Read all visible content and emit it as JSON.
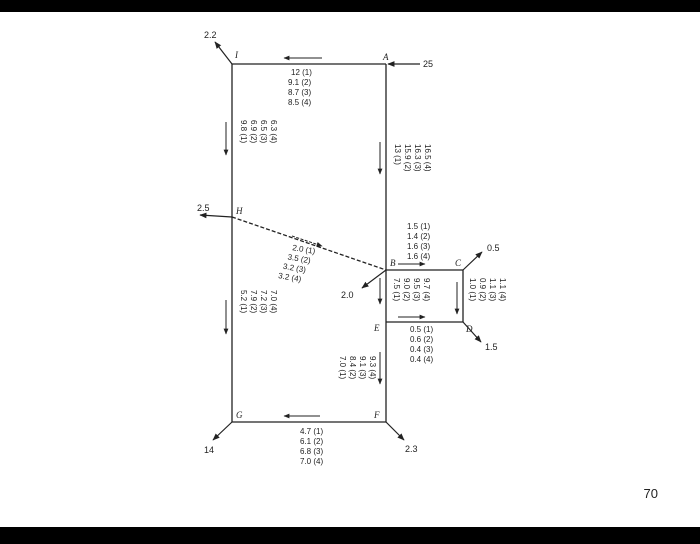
{
  "page_number": "70",
  "nodes": {
    "A": "A",
    "B": "B",
    "C": "C",
    "D": "D",
    "E": "E",
    "F": "F",
    "G": "G",
    "H": "H",
    "I": "I"
  },
  "external_flows": {
    "A_in": "25",
    "I_out": "2.2",
    "H_out": "2.5",
    "B_out": "2.0",
    "C_out": "0.5",
    "D_out": "1.5",
    "F_out": "2.3",
    "G_out": "14"
  },
  "pipe_flows": {
    "A_I": [
      "12 (1)",
      "9.1 (2)",
      "8.7 (3)",
      "8.5 (4)"
    ],
    "I_H": [
      "9.8 (1)",
      "6.9 (2)",
      "6.5 (3)",
      "6.3 (4)"
    ],
    "A_B": [
      "13 (1)",
      "15.9 (2)",
      "16.3 (3)",
      "16.5 (4)"
    ],
    "H_B": [
      "2.0 (1)",
      "3.5 (2)",
      "3.2 (3)",
      "3.2 (4)"
    ],
    "B_C": [
      "1.5 (1)",
      "1.4 (2)",
      "1.6 (3)",
      "1.6 (4)"
    ],
    "C_D": [
      "1.0 (1)",
      "0.9 (2)",
      "1.1 (3)",
      "1.1 (4)"
    ],
    "B_E": [
      "7.5 (1)",
      "9.0 (2)",
      "9.5 (3)",
      "9.7 (4)"
    ],
    "E_D": [
      "0.5 (1)",
      "0.6 (2)",
      "0.4 (3)",
      "0.4 (4)"
    ],
    "H_G": [
      "5.2 (1)",
      "7.9 (2)",
      "7.2 (3)",
      "7.0 (4)"
    ],
    "E_F": [
      "7.0 (1)",
      "8.4 (2)",
      "9.1 (3)",
      "9.3 (4)"
    ],
    "F_G": [
      "4.7 (1)",
      "6.1 (2)",
      "6.8 (3)",
      "7.0 (4)"
    ]
  }
}
